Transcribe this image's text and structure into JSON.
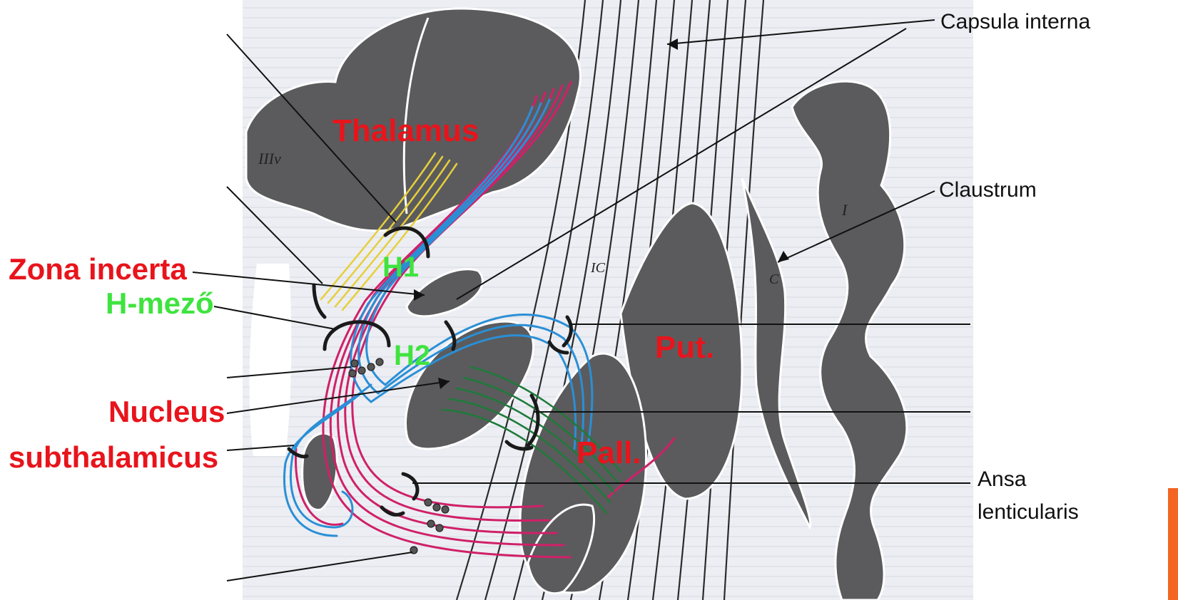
{
  "diagram": {
    "labels": {
      "thalamus": "Thalamus",
      "zona_incerta": "Zona incerta",
      "h_mezo": "H-mező",
      "h1": "H1",
      "h2": "H2",
      "nucleus": "Nucleus",
      "subthalamicus": "subthalamicus",
      "put": "Put.",
      "pall": "Pall.",
      "capsula_interna": "Capsula interna",
      "claustrum": "Claustrum",
      "ansa": "Ansa",
      "lenticularis": "lenticularis",
      "iiiv": "IIIv",
      "ic": "IC",
      "i": "I",
      "c": "C"
    },
    "colors": {
      "label_red": "#e8141c",
      "label_green": "#3fe33f",
      "fiber_blue": "#2a8fd6",
      "fiber_magenta": "#d02068",
      "fiber_yellow": "#e6cf3a",
      "fiber_green": "#1f7a3a",
      "nucleus_gray": "#5b5b5d",
      "accent_orange": "#f26522"
    }
  }
}
